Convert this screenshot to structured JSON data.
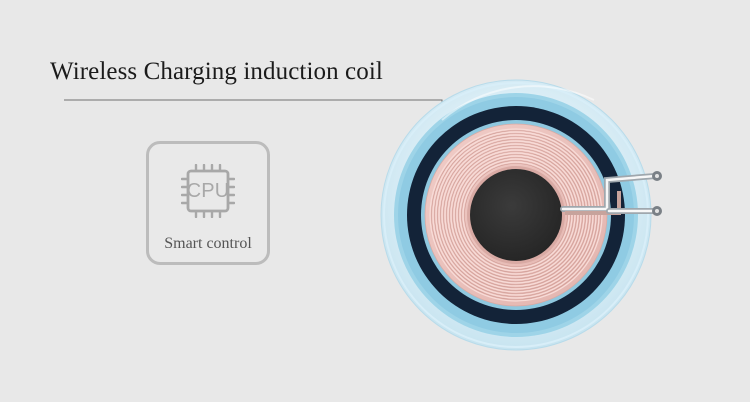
{
  "callout": {
    "label": "Wireless Charging induction coil"
  },
  "cpu_badge": {
    "chip_text": "CPU",
    "caption": "Smart control"
  },
  "icons": {
    "chip": "cpu-chip-icon",
    "coil": "induction-coil-icon"
  },
  "colors": {
    "background": "#e8e8e8",
    "outer_ring": "#9ed4e8",
    "dark_ring": "#132338",
    "copper": "#e8c2bd",
    "core": "#2f2f2f",
    "outline": "#bcbcbc"
  }
}
